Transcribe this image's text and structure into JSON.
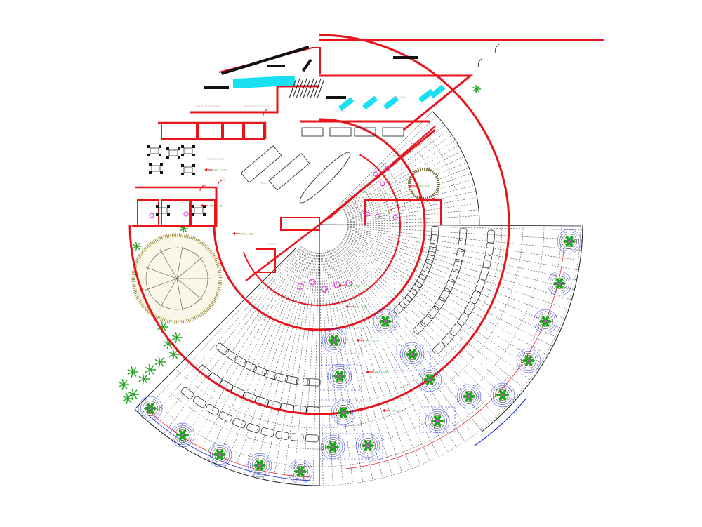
{
  "drawing": {
    "colors": {
      "wall": "#e8141c",
      "line": "#1a1a1a",
      "glass": "#18e0f0",
      "blue": "#1c2fd8",
      "green": "#1ea31e",
      "magenta": "#e040e0",
      "sand": "#9a8a3a"
    },
    "level_labels": [
      "NIV: + 0.00",
      "NIV: + 0.15",
      "NIV: - 0.15",
      "NIV: + 0.30",
      "NIV: - 0.30",
      "NIV: + 0.45",
      "NIV: + 0.60",
      "NIV: - 0.45",
      "NIV: - 0.60"
    ],
    "room_labels": [
      "SALA DE ESPERA",
      "ADMINISTRACION",
      "RECEPCION",
      "S.S.H.H.",
      "COCINA",
      "CAFETERIA",
      "DEPOSITO",
      "CIRCULACION",
      "HALL",
      "TIENDA"
    ]
  }
}
